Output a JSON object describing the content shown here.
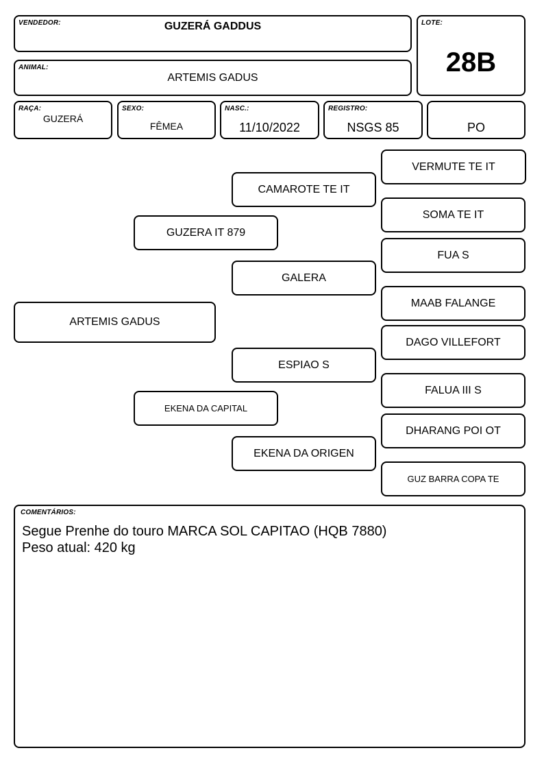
{
  "header": {
    "vendedor": {
      "label": "VENDEDOR:",
      "value": "GUZERÁ GADDUS"
    },
    "lote": {
      "label": "LOTE:",
      "value": "28B"
    },
    "animal": {
      "label": "ANIMAL:",
      "value": "ARTEMIS GADUS"
    },
    "raca": {
      "label": "RAÇA:",
      "value": "GUZERÁ"
    },
    "sexo": {
      "label": "SEXO:",
      "value": "FÊMEA"
    },
    "nasc": {
      "label": "NASC.:",
      "value": "11/10/2022"
    },
    "registro": {
      "label": "REGISTRO:",
      "value": "NSGS 85"
    },
    "categoria": {
      "value": "PO"
    }
  },
  "pedigree": {
    "animal": "ARTEMIS GADUS",
    "sire": "GUZERA IT 879",
    "dam": "EKENA DA CAPITAL",
    "sire_sire": "CAMAROTE TE IT",
    "sire_dam": "GALERA",
    "dam_sire": "ESPIAO S",
    "dam_dam": "EKENA DA ORIGEN",
    "ggp": [
      "VERMUTE TE IT",
      "SOMA TE IT",
      "FUA S",
      "MAAB FALANGE",
      "DAGO VILLEFORT",
      "FALUA III S",
      "DHARANG POI OT",
      "GUZ BARRA COPA TE"
    ]
  },
  "comments": {
    "label": "COMENTÁRIOS:",
    "lines": [
      "Segue Prenhe do touro MARCA SOL CAPITAO (HQB 7880)",
      "Peso atual: 420 kg"
    ]
  }
}
